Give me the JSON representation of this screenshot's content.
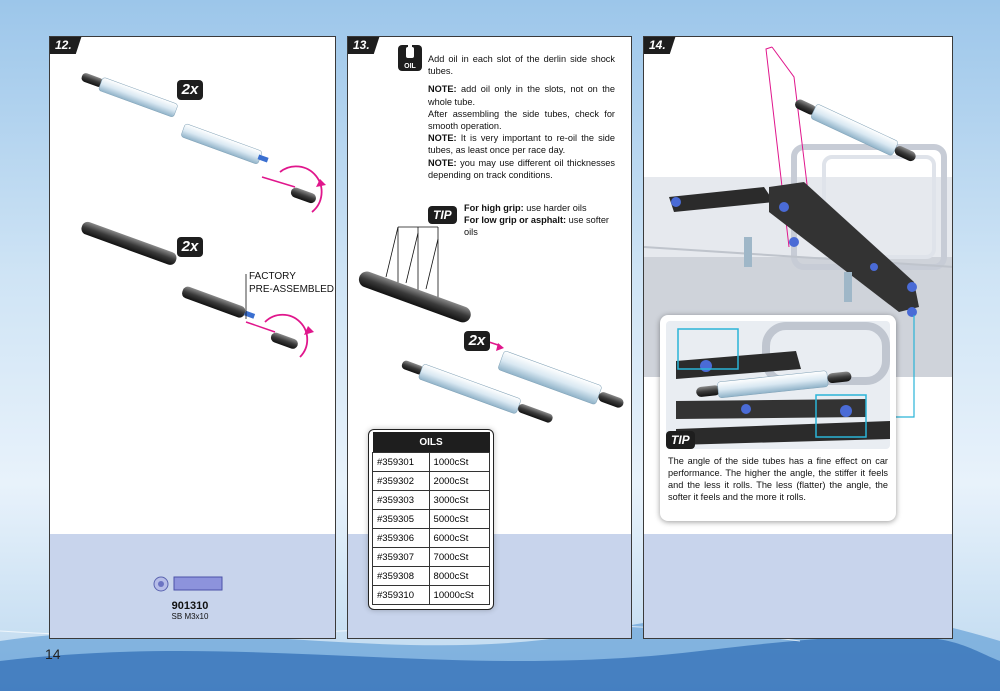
{
  "page_number": "14",
  "steps": [
    {
      "number": "12."
    },
    {
      "number": "13."
    },
    {
      "number": "14."
    }
  ],
  "step12": {
    "qty_a": "2x",
    "qty_b": "2x",
    "label_line1": "FACTORY",
    "label_line2": "PRE-ASSEMBLED",
    "part_number": "901310",
    "part_desc": "SB M3x10"
  },
  "step13": {
    "oil_icon_label": "OIL",
    "intro": "Add oil in each slot of the derlin side shock tubes.",
    "note1_label": "NOTE:",
    "note1_text": " add oil only in the slots, not on the whole tube.",
    "after": "After assembling the side tubes, check for smooth operation.",
    "note2_label": "NOTE:",
    "note2_text": " It is very important to re-oil the side tubes, as least once per race day.",
    "note3_label": "NOTE:",
    "note3_text": " you may use different oil thicknesses depending on track conditions.",
    "tip_label": "TIP",
    "tip1_label": "For high grip:",
    "tip1_text": " use harder oils",
    "tip2_label": "For low grip or asphalt:",
    "tip2_text": " use softer oils",
    "qty": "2x",
    "oils_title": "OILS",
    "oils": [
      {
        "part": "#359301",
        "visc": "1000cSt"
      },
      {
        "part": "#359302",
        "visc": "2000cSt"
      },
      {
        "part": "#359303",
        "visc": "3000cSt"
      },
      {
        "part": "#359305",
        "visc": "5000cSt"
      },
      {
        "part": "#359306",
        "visc": "6000cSt"
      },
      {
        "part": "#359307",
        "visc": "7000cSt"
      },
      {
        "part": "#359308",
        "visc": "8000cSt"
      },
      {
        "part": "#359310",
        "visc": "10000cSt"
      }
    ]
  },
  "step14": {
    "tip_label": "TIP",
    "tip_text": "The angle of the side tubes has a fine effect on car performance. The higher the angle, the stiffer it feels and the less it rolls. The less (flatter) the angle, the softer it feels and the more it rolls."
  },
  "colors": {
    "accent": "#e0168c",
    "cyan": "#2ab4d8",
    "panel_lower": "#c8d4ec",
    "dark": "#1e1e1e"
  }
}
